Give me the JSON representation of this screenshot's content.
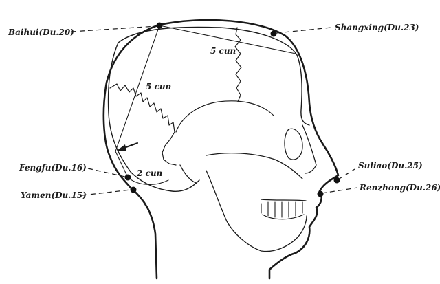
{
  "points": {
    "baihui": "Baihui(Du.20)",
    "shangxing": "Shangxing(Du.23)",
    "fengfu": "Fengfu(Du.16)",
    "yamen": "Yamen(Du.15)",
    "suliao": "Suliao(Du.25)",
    "renzhong": "Renzhong(Du.26)"
  },
  "measures": {
    "top": "5 cun",
    "back": "5 cun",
    "neck": "2 cun"
  },
  "colors": {
    "ink": "#1a1a1a",
    "paper": "#ffffff"
  }
}
